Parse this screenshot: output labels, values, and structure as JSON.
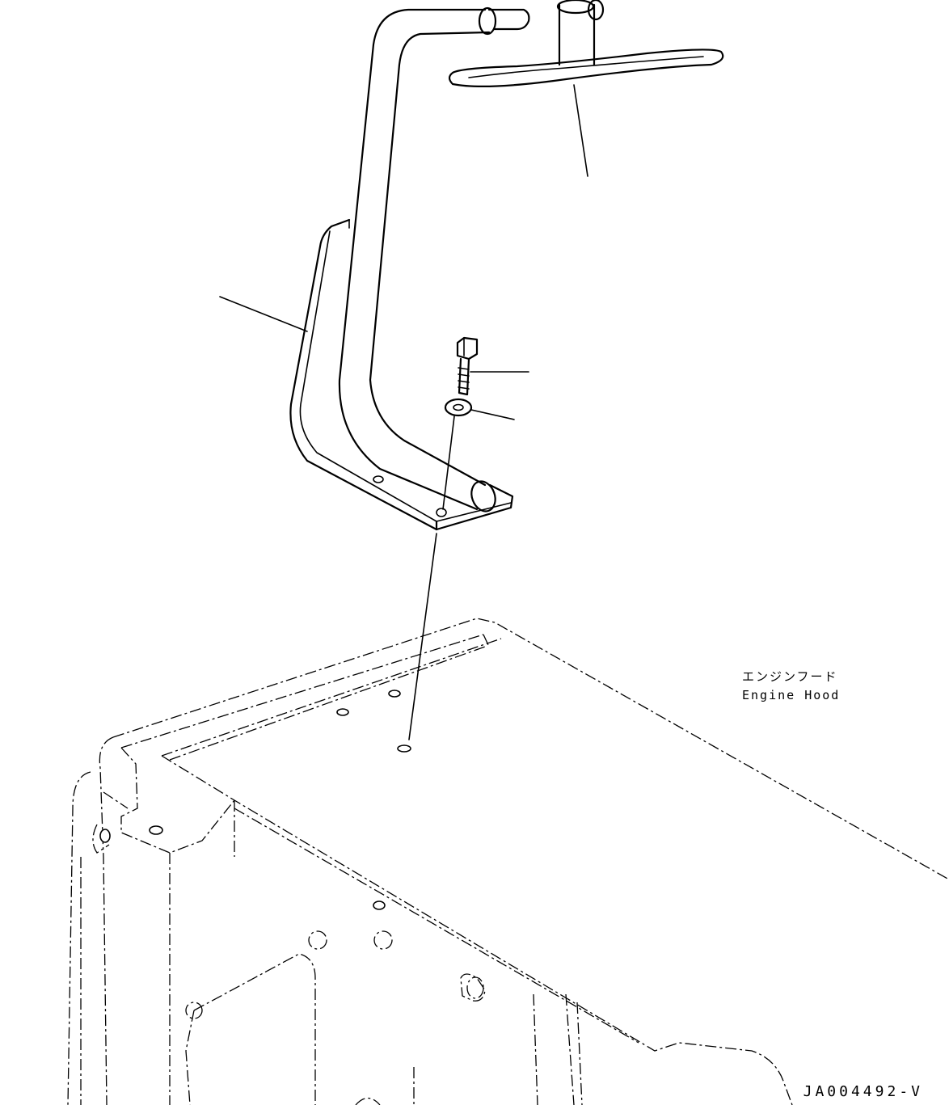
{
  "callout_labels": {
    "engine_hood_jp": "エンジンフード",
    "engine_hood_en": "Engine Hood"
  },
  "drawing_number": "JA004492-V"
}
